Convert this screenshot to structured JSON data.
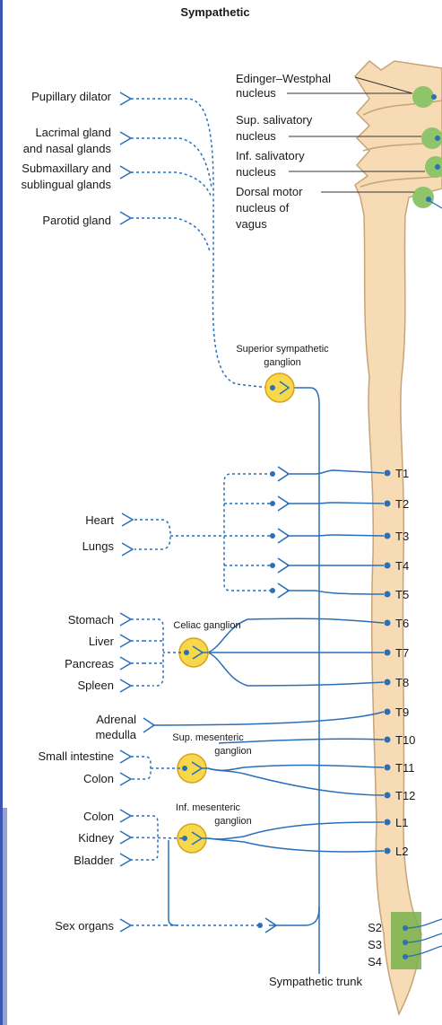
{
  "title": "Sympathetic",
  "colors": {
    "nerve": "#2a6fb8",
    "cord_fill": "#f6dbb4",
    "cord_stroke": "#c7a478",
    "nucleus_fill": "#8fc56a",
    "ganglion_fill": "#f6d84a",
    "ganglion_stroke": "#d9a21c",
    "sacral_fill": "#79b04a",
    "left_edge": "#3d55b3"
  },
  "brainstem_nuclei": [
    {
      "id": "edinger",
      "lines": [
        "Edinger–Westphal",
        "nucleus"
      ]
    },
    {
      "id": "sup-salivatory",
      "lines": [
        "Sup. salivatory",
        "nucleus"
      ]
    },
    {
      "id": "inf-salivatory",
      "lines": [
        "Inf. salivatory",
        "nucleus"
      ]
    },
    {
      "id": "dorsal-motor",
      "lines": [
        "Dorsal motor",
        "nucleus of",
        "vagus"
      ]
    }
  ],
  "head_targets": [
    {
      "id": "pupillary-dilator",
      "lines": [
        "Pupillary dilator"
      ]
    },
    {
      "id": "lacrimal",
      "lines": [
        "Lacrimal gland",
        "and nasal glands"
      ]
    },
    {
      "id": "submaxillary",
      "lines": [
        "Submaxillary and",
        "sublingual glands"
      ]
    },
    {
      "id": "parotid",
      "lines": [
        "Parotid gland"
      ]
    }
  ],
  "ganglia": {
    "superior": [
      "Superior sympathetic",
      "ganglion"
    ],
    "celiac": [
      "Celiac ganglion"
    ],
    "sup_mesenteric": [
      "Sup. mesenteric",
      "ganglion"
    ],
    "inf_mesenteric": [
      "Inf. mesenteric",
      "ganglion"
    ]
  },
  "thoracic_targets": [
    "Heart",
    "Lungs"
  ],
  "celiac_targets": [
    "Stomach",
    "Liver",
    "Pancreas",
    "Spleen"
  ],
  "adrenal": [
    "Adrenal",
    "medulla"
  ],
  "sup_mesenteric_targets": [
    "Small intestine",
    "Colon"
  ],
  "inf_mesenteric_targets": [
    "Colon",
    "Kidney",
    "Bladder"
  ],
  "sex_organs": "Sex organs",
  "segments": [
    "T1",
    "T2",
    "T3",
    "T4",
    "T5",
    "T6",
    "T7",
    "T8",
    "T9",
    "T10",
    "T11",
    "T12",
    "L1",
    "L2"
  ],
  "sacral_segments": [
    "S2",
    "S3",
    "S4"
  ],
  "trunk_label": "Sympathetic trunk"
}
